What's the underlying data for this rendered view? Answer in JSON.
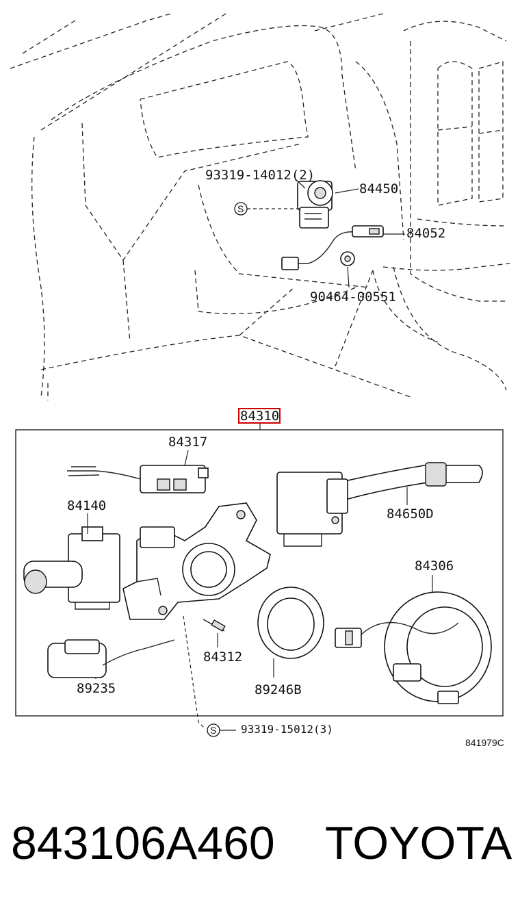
{
  "labels": {
    "upper_bolt": "93319-14012(2)",
    "ignition_switch": "84450",
    "wire": "84052",
    "clamp": "90464-00551",
    "assembly_number": "84310",
    "relay": "84317",
    "light_switch": "84140",
    "wiper_switch": "84650D",
    "spiral_cable": "84306",
    "pin": "84312",
    "connector_box": "89235",
    "ring": "89246B",
    "lower_bolt": "93319-15012(3)",
    "s_mark": "S"
  },
  "figure_code": "841979C",
  "footer": {
    "part_number": "843106A460",
    "brand": "TOYOTA"
  },
  "colors": {
    "highlight_box": "#cc0000"
  }
}
